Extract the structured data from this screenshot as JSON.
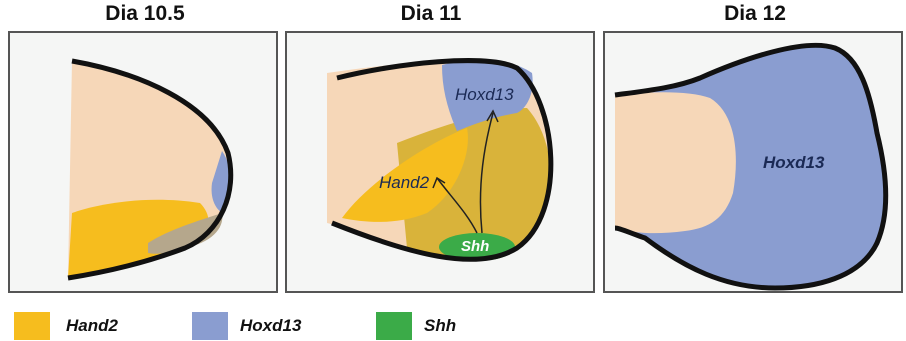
{
  "panels": [
    {
      "title": "Dia 10.5",
      "labels": []
    },
    {
      "title": "Dia 11",
      "labels": [
        "Hoxd13",
        "Hand2",
        "Shh"
      ]
    },
    {
      "title": "Dia 12",
      "labels": [
        "Hoxd13"
      ]
    }
  ],
  "legend": [
    {
      "label": "Hand2",
      "color": "#f6bd1e"
    },
    {
      "label": "Hoxd13",
      "color": "#8a9dd0"
    },
    {
      "label": "Shh",
      "color": "#3bab48"
    }
  ],
  "colors": {
    "mesenchyme": "#f6d7b8",
    "hand2": "#f6bd1e",
    "hoxd13": "#8a9dd0",
    "overlap": "#d9b33a",
    "shh": "#3bab48",
    "outline": "#111111"
  }
}
